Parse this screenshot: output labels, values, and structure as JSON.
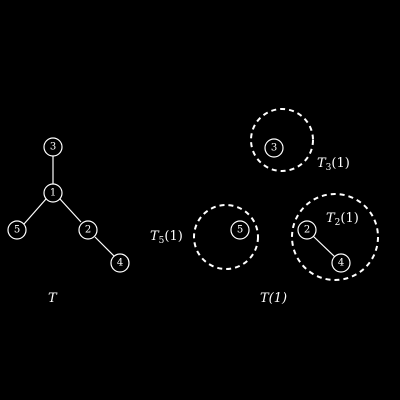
{
  "diagram": {
    "background": "#000000",
    "foreground": "#ffffff",
    "tree_T": {
      "caption": "T",
      "nodes": {
        "n3": "3",
        "n1": "1",
        "n5": "5",
        "n2": "2",
        "n4": "4"
      },
      "edges": [
        [
          "3",
          "1"
        ],
        [
          "1",
          "5"
        ],
        [
          "1",
          "2"
        ],
        [
          "2",
          "4"
        ]
      ]
    },
    "forest_T1": {
      "caption": "T(1)",
      "subtrees": {
        "t3": {
          "label_main": "T",
          "label_sub": "3",
          "label_arg": "(1)",
          "nodes": {
            "n3": "3"
          }
        },
        "t5": {
          "label_main": "T",
          "label_sub": "5",
          "label_arg": "(1)",
          "nodes": {
            "n5": "5"
          }
        },
        "t2": {
          "label_main": "T",
          "label_sub": "2",
          "label_arg": "(1)",
          "nodes": {
            "n2": "2",
            "n4": "4"
          },
          "edges": [
            [
              "2",
              "4"
            ]
          ]
        }
      }
    }
  }
}
